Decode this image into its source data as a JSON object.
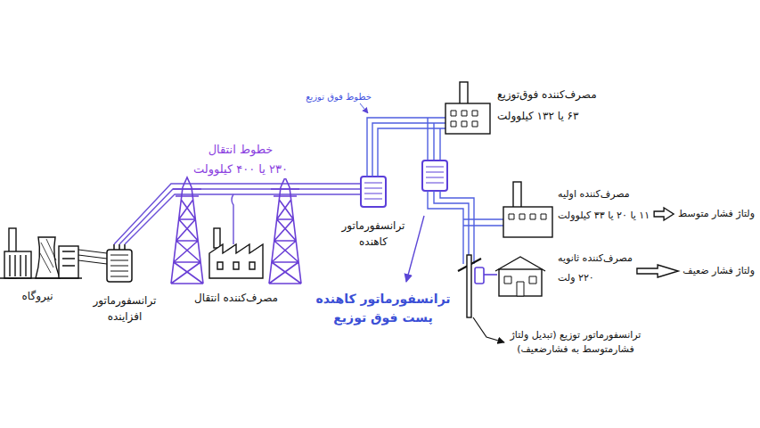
{
  "diagram": {
    "labels": [
      "نیروگاه",
      "ترانسفورماتور افزاینده",
      "مصرف‌کننده انتقال",
      "خطوط انتقال",
      "۲۳۰ یا ۴۰۰ کیلوولت",
      "ترانسفورماتور کاهنده",
      "خطوط فوق توزیع",
      "مصرف‌کننده فوق‌توزیع",
      "۶۳ یا ۱۳۲ کیلوولت",
      "ترانسفورماتور کاهنده پست فوق توزیع",
      "مصرف‌کننده اولیه",
      "۱۱ یا ۲۰ یا ۳۳ کیلوولت",
      "ولتاژ فشار متوسط",
      "مصرف‌کننده ثانویه",
      "۲۲۰ ولت",
      "ولتاژ فشار ضعیف",
      "ترانسفورماتور توزیع (تبدیل ولتاژ فشارمتوسط به فشارضعیف)"
    ]
  }
}
